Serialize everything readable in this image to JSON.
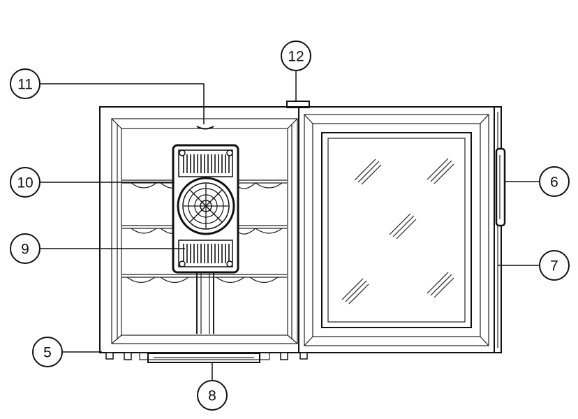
{
  "callouts": {
    "c5": "5",
    "c6": "6",
    "c7": "7",
    "c8": "8",
    "c9": "9",
    "c10": "10",
    "c11": "11",
    "c12": "12"
  },
  "colors": {
    "line": "#111111",
    "background": "#ffffff",
    "fan_panel": "#222222"
  }
}
